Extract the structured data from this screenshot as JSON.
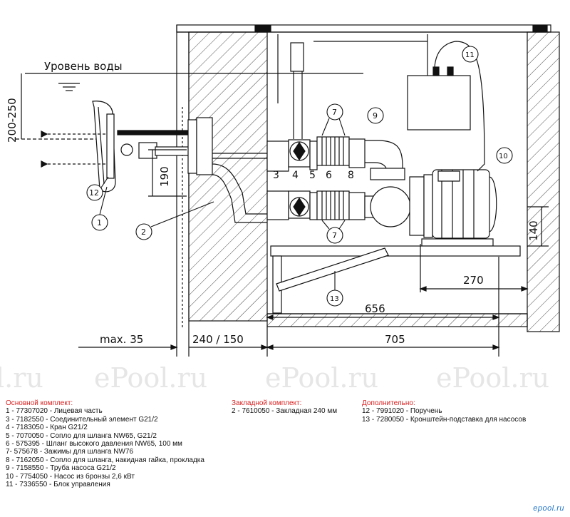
{
  "drawing": {
    "water_level": "Уровень воды",
    "callouts": [
      "1",
      "2",
      "3",
      "4",
      "5",
      "6",
      "7",
      "8",
      "9",
      "10",
      "11",
      "12",
      "13"
    ],
    "callout_3": "3",
    "callout_4": "4",
    "callout_5": "5",
    "callout_6": "6",
    "callout_8": "8",
    "callout_7_top": "7",
    "callout_7_bottom": "7",
    "dim_200_250": "200-250",
    "dim_190": "190",
    "dim_140": "140",
    "dim_270": "270",
    "dim_656": "656",
    "dim_max35": "max. 35",
    "dim_240_150": "240 / 150",
    "dim_705": "705"
  },
  "watermark": {
    "texts": [
      "l.ru",
      "ePool.ru",
      "ePool.ru",
      "ePool.ru"
    ]
  },
  "legend": {
    "main": {
      "title": "Основной комплект:",
      "items": [
        "1 - 77307020 - Лицевая часть",
        "3 - 7182550 - Соединительный элемент G21/2",
        "4 - 7183050 - Кран G21/2",
        "5 - 7070050 - Сопло для шланга NW65, G21/2",
        "6 - 575395 - Шланг высокого давления NW65, 100 мм",
        "7- 575678 - Зажимы для шланга NW76",
        "8 - 7162050 - Сопло для шланга, накидная гайка, прокладка",
        "9 - 7158550 - Труба насоса G21/2",
        "10 - 7754050 - Насос из бронзы 2,6 кВт",
        "11 - 7336550 - Блок управления"
      ]
    },
    "embedded": {
      "title": "Закладной комплект:",
      "items": [
        "2 - 7610050 - Закладная 240 мм"
      ]
    },
    "extra": {
      "title": "Дополнительно:",
      "items": [
        "12 - 7991020 - Поручень",
        "13 - 7280050 - Кронштейн-подставка для насосов"
      ]
    }
  },
  "footer": {
    "logo": "epool.ru"
  },
  "colors": {
    "accent_red": "#d92020",
    "logo_blue": "#1e73c8",
    "line": "#111111",
    "watermark": "#e6e6e6"
  }
}
